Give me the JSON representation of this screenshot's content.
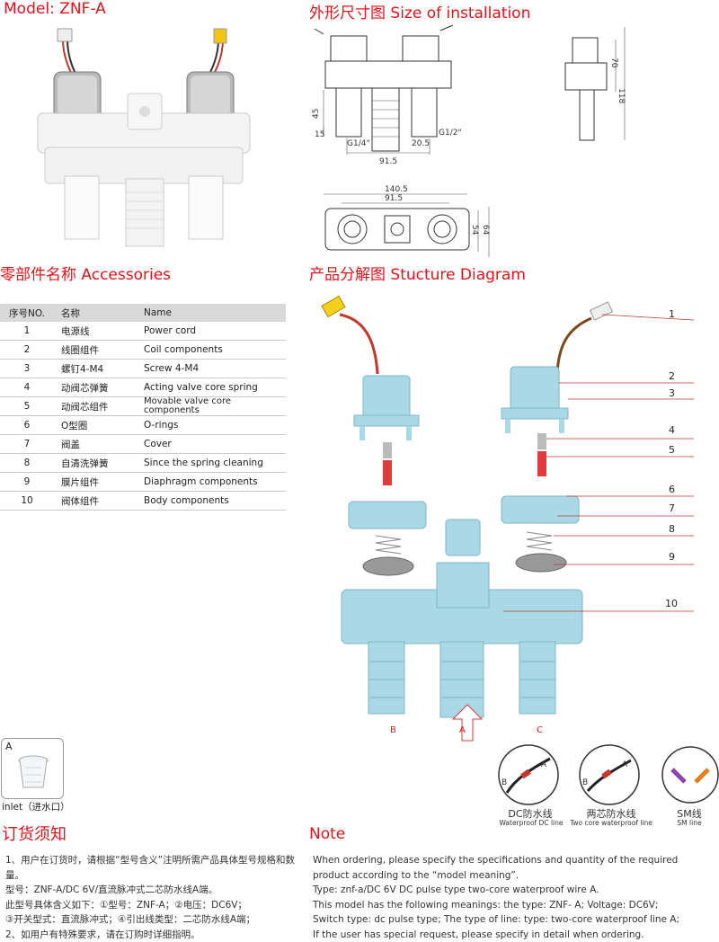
{
  "headings": {
    "model": "Model: ZNF-A",
    "installation": "外形尺寸图 Size of installation",
    "accessories": "零部件名称 Accessories",
    "structure": "产品分解图 Stucture Diagram",
    "order_notice": "订货须知",
    "note": "Note"
  },
  "dimensions": {
    "front": [
      "45",
      "15",
      "G1/4\"",
      "20.5",
      "G1/2\"",
      "91.5"
    ],
    "side": [
      "70",
      "118"
    ],
    "top": [
      "140.5",
      "91.5",
      "54",
      "64"
    ]
  },
  "table": {
    "headers": [
      "序号NO.",
      "名称",
      "Name"
    ],
    "rows": [
      {
        "no": "1",
        "cn": "电源线",
        "en": "Power cord"
      },
      {
        "no": "2",
        "cn": "线圈组件",
        "en": "Coil components"
      },
      {
        "no": "3",
        "cn": "螺钉4-M4",
        "en": "Screw 4-M4"
      },
      {
        "no": "4",
        "cn": "动阀芯弹簧",
        "en": "Acting valve core spring"
      },
      {
        "no": "5",
        "cn": "动阀芯组件",
        "en": "Movable valve core components"
      },
      {
        "no": "6",
        "cn": "O型圈",
        "en": "O-rings"
      },
      {
        "no": "7",
        "cn": "阀盖",
        "en": "Cover"
      },
      {
        "no": "8",
        "cn": "自清洗弹簧",
        "en": "Since the spring cleaning"
      },
      {
        "no": "9",
        "cn": "膜片组件",
        "en": "Diaphragm components"
      },
      {
        "no": "10",
        "cn": "阀体组件",
        "en": "Body components"
      }
    ]
  },
  "inlet": {
    "label": "A",
    "caption": "inlet（进水口）"
  },
  "diagram": {
    "callouts": [
      "1",
      "2",
      "3",
      "4",
      "5",
      "6",
      "7",
      "8",
      "9",
      "10"
    ],
    "ports": [
      "B",
      "A",
      "C"
    ]
  },
  "wire_types": [
    {
      "cn": "DC防水线",
      "en": "Waterproof  DC line",
      "labels": [
        "A",
        "B"
      ]
    },
    {
      "cn": "两芯防水线",
      "en": "Two core waterproof line",
      "labels": [
        "A",
        "B"
      ]
    },
    {
      "cn": "SM线",
      "en": "SM line"
    }
  ],
  "order_notice_lines": [
    "1、用户在订货时，请根据“型号含义”注明所需产品具体型号规格和数量。",
    "型号：ZNF-A/DC 6V/直流脉冲式二芯防水线A端。",
    "此型号具体含义如下：①型号：ZNF-A；②电压：DC6V；",
    "③开关型式：直流脉冲式；④引出线类型：二芯防水线A端；",
    "2、如用户有特殊要求，请在订购时详细指明。"
  ],
  "note_lines": [
    "When ordering, please specify the specifications and quantity of the required product according to the “model meaning”.",
    "Type: znf-a/DC 6V DC  pulse type two-core waterproof wire A.",
    "This model has the following meanings: the type: ZNF- A;  Voltage: DC6V;",
    "Switch type: dc pulse type; The type of line: type: two-core waterproof line A;",
    "If the user has special request, please specify in detail when ordering."
  ],
  "colors": {
    "heading": "#e2141b",
    "part": "#a9d9e6",
    "metal": "#b8b8b8"
  }
}
